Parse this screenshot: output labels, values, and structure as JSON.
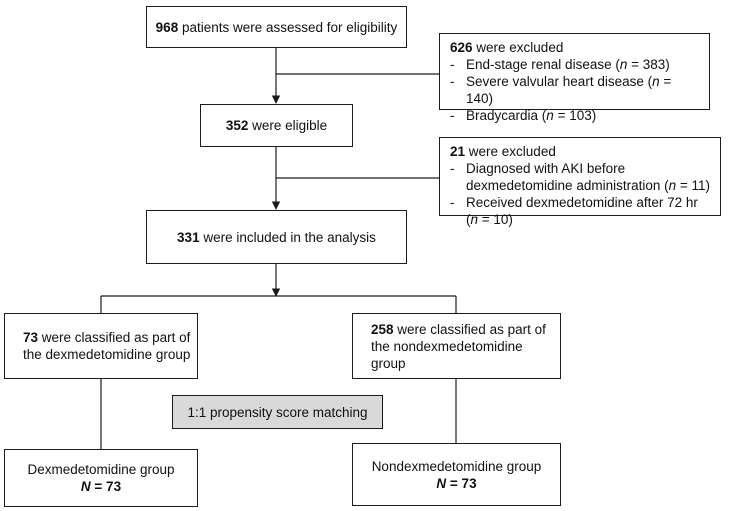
{
  "colors": {
    "line": "#1a1a1a",
    "box_border": "#1a1a1a",
    "grey_box": "#d9d9d9"
  },
  "assessed": {
    "count": "968",
    "text": " patients were assessed for eligibility"
  },
  "excluded_1": {
    "count": "626",
    "text": " were excluded",
    "items": [
      {
        "label": "End-stage renal disease (",
        "n": "n",
        "value": " = 383)"
      },
      {
        "label": "Severe valvular heart disease (",
        "n": "n",
        "value": " = 140)"
      },
      {
        "label": "Bradycardia (",
        "n": "n",
        "value": " = 103)"
      }
    ]
  },
  "eligible": {
    "count": "352",
    "text": " were eligible"
  },
  "excluded_2": {
    "count": "21",
    "text": " were excluded",
    "item1_line1": "Diagnosed with AKI before",
    "item1_line2": "dexmedetomidine administration (",
    "item1_n": "n",
    "item1_value": " = 11)",
    "item2_label": "Received dexmedetomidine after 72 hr (",
    "item2_n": "n",
    "item2_value": " = 10)"
  },
  "included": {
    "count": "331",
    "text": " were included in the analysis"
  },
  "dex_classified": {
    "count": "73",
    "line1": " were classified as part of",
    "line2": "the dexmedetomidine group"
  },
  "nondex_classified": {
    "count": "258",
    "line1": " were classified as part of",
    "line2": "the nondexmedetomidine group"
  },
  "matching": {
    "label": "1:1 propensity score matching"
  },
  "dex_group": {
    "label": "Dexmedetomidine group",
    "n_label": "N",
    "n_value": " = 73"
  },
  "nondex_group": {
    "label": "Nondexmedetomidine group",
    "n_label": "N",
    "n_value": " = 73"
  }
}
